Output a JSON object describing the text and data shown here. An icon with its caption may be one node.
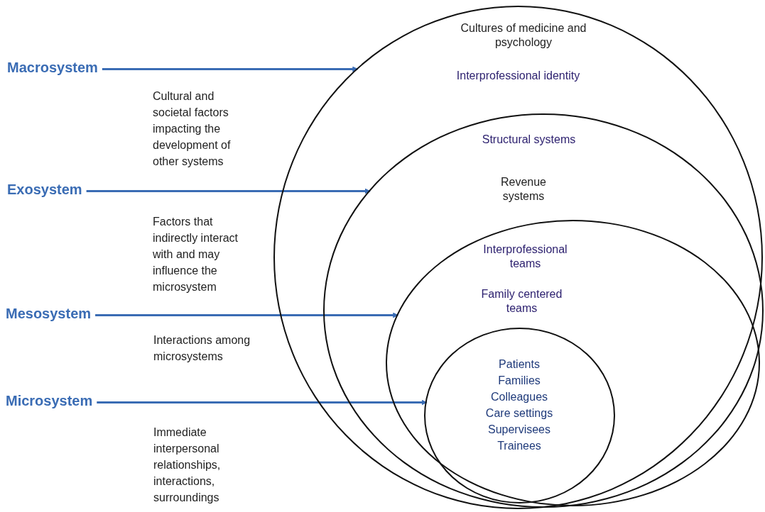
{
  "diagram": {
    "nodes": [
      {
        "text": [
          "Macrosystem"
        ]
      },
      {
        "text": [
          "Exosystem"
        ]
      },
      {
        "text": [
          "Mesosystem"
        ]
      },
      {
        "text": [
          "Microsystem"
        ]
      },
      {
        "text": [
          "Cultures of medicine and psychology",
          "Interprofessional identity"
        ]
      },
      {
        "text": [
          "Structural systems",
          "Revenue systems"
        ],
        "in": 4
      },
      {
        "text": [
          "Interprofessional teams",
          "Family centered teams"
        ],
        "in": 5
      },
      {
        "text": [
          "Patients",
          "Families",
          "Colleagues",
          "Care settings",
          "Supervisees",
          "Trainees"
        ],
        "in": 6
      }
    ],
    "edges": [
      {
        "from": 0,
        "to": 4,
        "arrow": "to"
      },
      {
        "from": 1,
        "to": 5,
        "arrow": "to"
      },
      {
        "from": 2,
        "to": 6,
        "arrow": "to"
      },
      {
        "from": 3,
        "to": 7,
        "arrow": "to"
      }
    ],
    "labels": [
      "Cultural and societal factors impacting the development of other systems",
      "Factors that indirectly interact with and may influence the microsystem",
      "Interactions among microsystems",
      "Immediate interpersonal relationships, interactions, surroundings"
    ]
  }
}
